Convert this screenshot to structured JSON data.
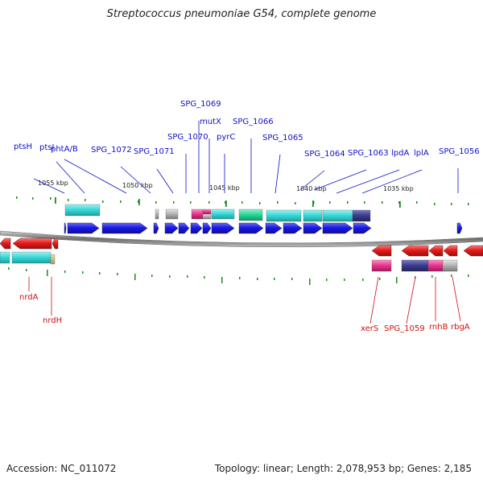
{
  "title": "Streptococcus pneumoniae G54, complete genome",
  "footer": {
    "accession": "Accession: NC_011072",
    "summary": "Topology: linear; Length: 2,078,953 bp; Genes: 2,185"
  },
  "colors": {
    "forward_gene": "#1a1ae6",
    "reverse_gene": "#e61a1a",
    "cyan_feature": "#33d6d6",
    "green_feature": "#22d699",
    "magenta_feature": "#e6338c",
    "gray_feature": "#b0b0b0",
    "navy_feature": "#3a3a8c",
    "tick_green": "#1a8c1a",
    "backbone": "#888888",
    "top_label": "#1010c8",
    "bottom_label": "#d01010"
  },
  "scale_labels": [
    "1055 kbp",
    "1050 kbp",
    "1045 kbp",
    "1040 kbp",
    "1035 kbp"
  ],
  "top_labels": [
    "ptsH",
    "ptsI",
    "phtA/B",
    "SPG_1072",
    "SPG_1071",
    "SPG_1070",
    "SPG_1069",
    "mutX",
    "pyrC",
    "SPG_1066",
    "SPG_1065",
    "SPG_1064",
    "SPG_1063",
    "lpdA",
    "lplA",
    "SPG_1056"
  ],
  "bottom_labels": [
    "nrdA",
    "nrdH",
    "xerS",
    "SPG_1059",
    "rnhB",
    "rbgA"
  ]
}
